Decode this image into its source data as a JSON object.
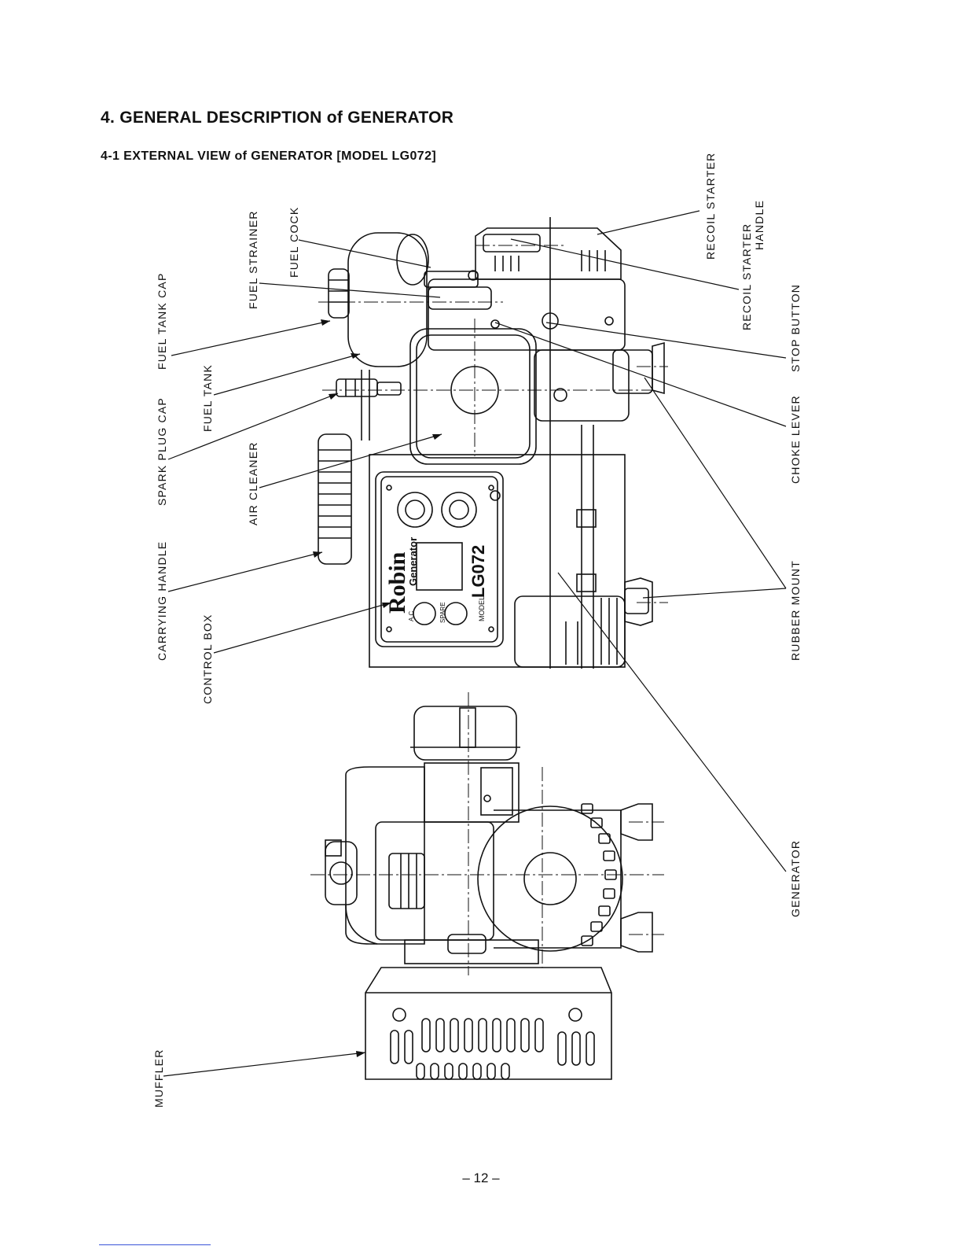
{
  "heading": "4.  GENERAL DESCRIPTION of GENERATOR",
  "subheading": "4-1   EXTERNAL VIEW of GENERATOR [MODEL LG072]",
  "labels": {
    "fuel_tank_cap": "FUEL TANK CAP",
    "spark_plug_cap": "SPARK PLUG CAP",
    "carrying_handle": "CARRYING HANDLE",
    "fuel_tank": "FUEL TANK",
    "control_box": "CONTROL BOX",
    "fuel_strainer": "FUEL STRAINER",
    "air_cleaner": "AIR CLEANER",
    "fuel_cock": "FUEL COCK",
    "recoil_starter": "RECOIL STARTER",
    "recoil_starter_handle_line1": "RECOIL STARTER",
    "recoil_starter_handle_line2": "HANDLE",
    "stop_button": "STOP BUTTON",
    "choke_lever": "CHOKE LEVER",
    "rubber_mount": "RUBBER MOUNT",
    "generator": "GENERATOR",
    "muffler": "MUFFLER"
  },
  "panel": {
    "brand": "Robin",
    "product": "Generator",
    "model_prefix": "MODEL",
    "model": "LG072",
    "ac": "A.C",
    "spare": "SPARE"
  },
  "page_number": "– 12 –"
}
